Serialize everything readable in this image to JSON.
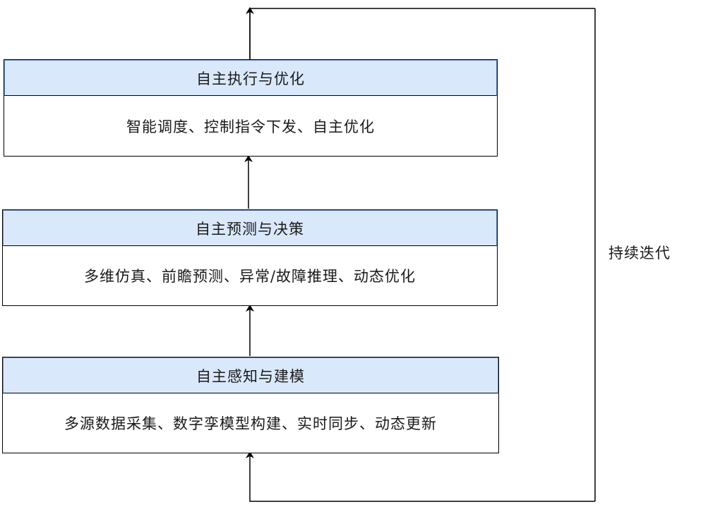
{
  "layers": [
    {
      "title": "自主执行与优化",
      "description": "智能调度、控制指令下发、自主优化"
    },
    {
      "title": "自主预测与决策",
      "description": "多维仿真、前瞻预测、异常/故障推理、动态优化"
    },
    {
      "title": "自主感知与建模",
      "description": "多源数据采集、数字孪模型构建、实时同步、动态更新"
    }
  ],
  "loop": {
    "label": "持续迭代"
  },
  "colors": {
    "header_fill": "#dae8fc",
    "header_border": "#6c8ebf",
    "line": "#000000"
  }
}
